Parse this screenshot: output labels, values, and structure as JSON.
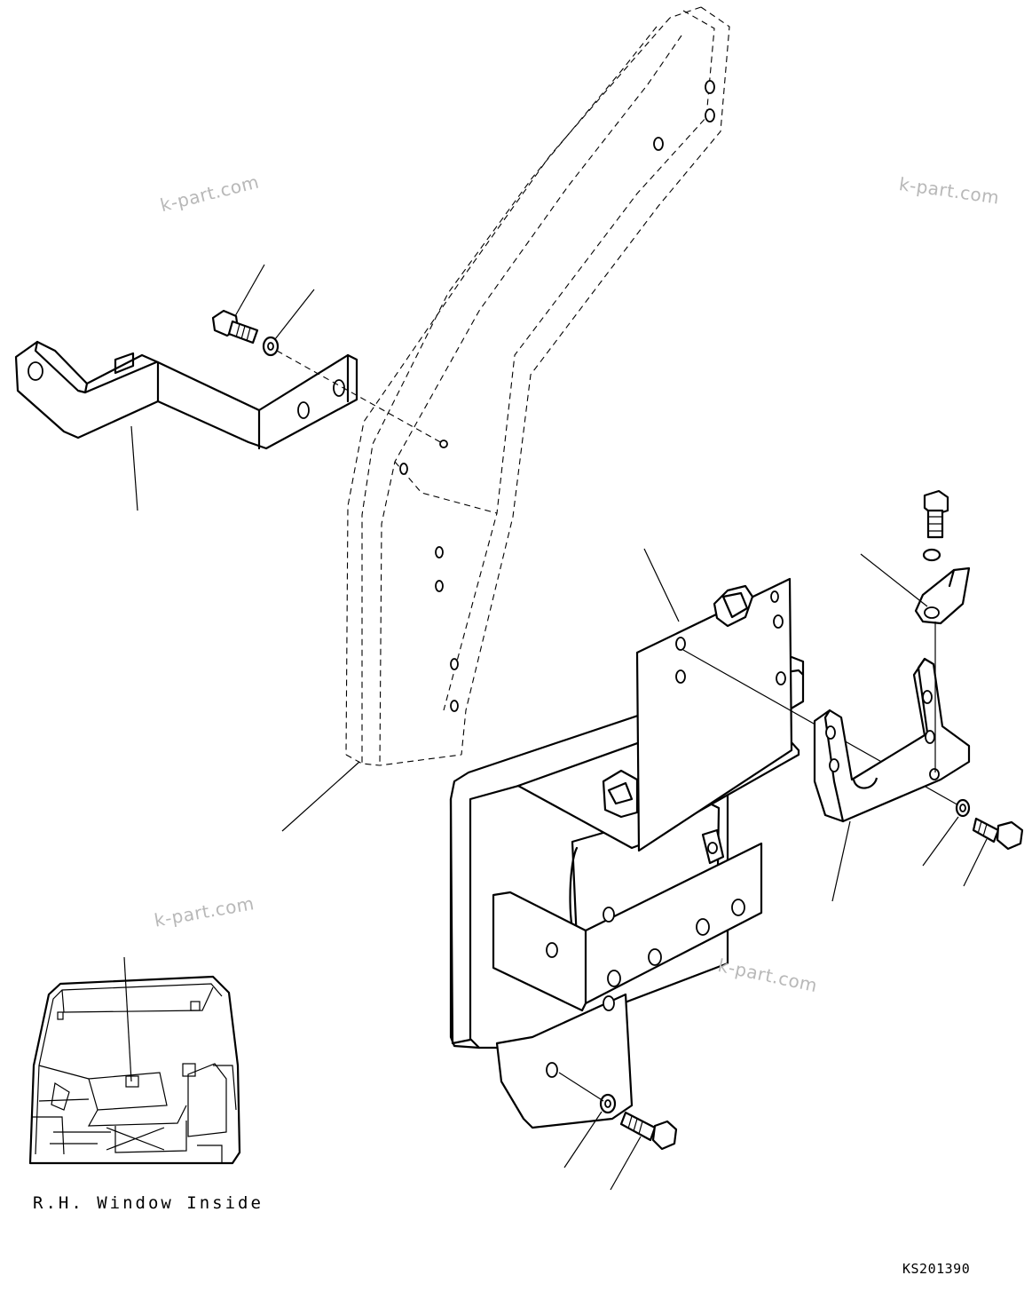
{
  "watermark": "k-part.com",
  "inset": {
    "caption": "R.H. Window Inside"
  },
  "drawing_code": "KS201390"
}
